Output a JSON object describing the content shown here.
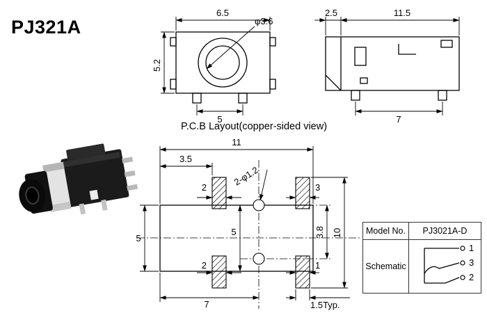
{
  "title": "PJ321A",
  "pcb_heading": "P.C.B Layout(copper-sided view)",
  "front_view": {
    "dim_width": "6.5",
    "dim_height": "5.2",
    "dim_pin_spacing": "5",
    "dim_hole_dia": "φ3.6"
  },
  "side_view": {
    "dim_front": "2.5",
    "dim_body": "11.5",
    "dim_pin_spacing": "7"
  },
  "pcb_layout": {
    "dim_width": "11",
    "dim_pad_offset": "3.5",
    "dim_holes": "2-φ1.2",
    "dim_pad_top_left": "2",
    "dim_pad_top_right": "3",
    "dim_body_height": "5",
    "dim_hole_span": "5",
    "dim_hole_pitch": "3.8",
    "dim_total_height": "10",
    "dim_pad_bottom_left": "2",
    "dim_pad_bottom_right": "1",
    "dim_pin_span": "7",
    "dim_pad_width": "1.5Typ."
  },
  "table": {
    "model_label": "Model No.",
    "model_value": "PJ3021A-D",
    "schematic_label": "Schematic",
    "pin_top": "1",
    "pin_mid": "3",
    "pin_bottom": "2"
  }
}
